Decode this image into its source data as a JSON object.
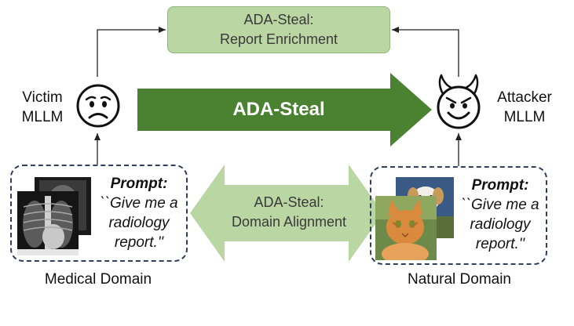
{
  "top_box": {
    "line1": "ADA-Steal:",
    "line2": "Report Enrichment"
  },
  "victim": {
    "line1": "Victim",
    "line2": "MLLM",
    "face": "sad-face-icon"
  },
  "attacker": {
    "line1": "Attacker",
    "line2": "MLLM",
    "face": "devil-smile-icon"
  },
  "main_arrow": {
    "label": "ADA-Steal",
    "color": "#4b8232"
  },
  "middle_arrow": {
    "line1": "ADA-Steal:",
    "line2": "Domain Alignment",
    "color": "#b9d6a3"
  },
  "left_panel": {
    "prompt_title": "Prompt:",
    "prompt_lines": [
      "``Give me a",
      "radiology",
      "report.''"
    ],
    "image": "chest-xray-image",
    "caption": "Medical Domain"
  },
  "right_panel": {
    "prompt_title": "Prompt:",
    "prompt_lines": [
      "``Give me a",
      "radiology",
      "report.''"
    ],
    "images": [
      "dog-photo",
      "cat-photo"
    ],
    "caption": "Natural Domain"
  }
}
